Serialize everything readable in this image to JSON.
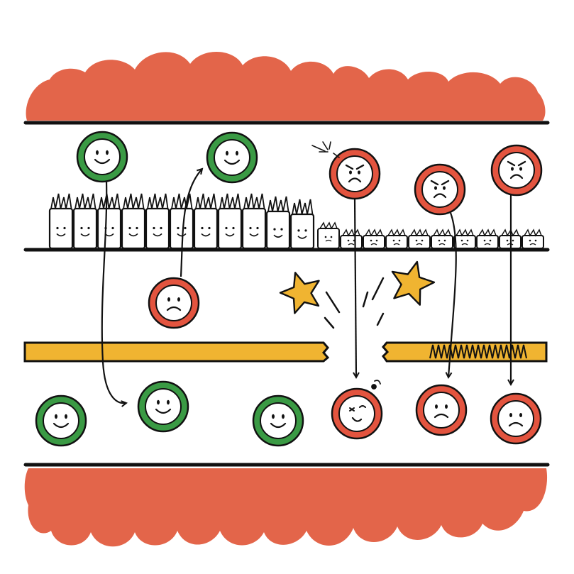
{
  "palette": {
    "tissue": "#e3654a",
    "good_ring": "#3a9a44",
    "bad_ring": "#e3543f",
    "barrier": "#f0b431",
    "ink": "#111111",
    "paper": "#ffffff",
    "cell_fill": "#ffffff"
  },
  "icons": {
    "good_organism": "smiley-face-icon",
    "neutral_organism": "frown-face-icon",
    "bad_organism": "angry-face-icon",
    "damage": "star-burst-icon",
    "move": "arrow-icon"
  },
  "epithelium": {
    "healthy_cells": 11,
    "damaged_cells": 10
  },
  "organisms": {
    "top_good": 2,
    "top_bad": 3,
    "middle_neutral": 1,
    "bottom_good": 3,
    "bottom_bad": 3
  }
}
